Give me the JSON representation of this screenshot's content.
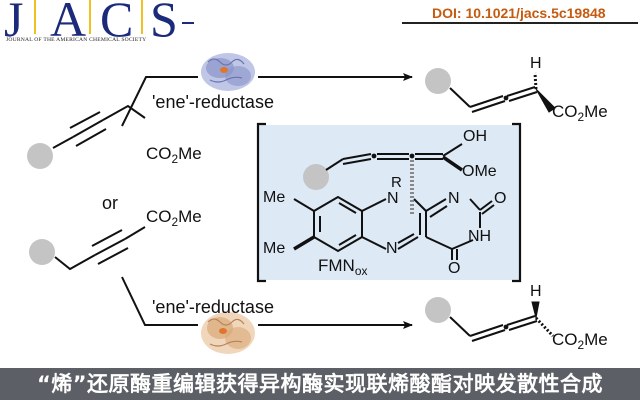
{
  "header": {
    "journal_logo": {
      "letters": [
        "J",
        "A",
        "C",
        "S"
      ],
      "subtitle": "JOURNAL OF THE AMERICAN CHEMICAL SOCIETY"
    },
    "doi": "DOI:  10.1021/jacs.5c19848"
  },
  "scheme": {
    "top_reagent": "'ene'-reductase",
    "bottom_reagent": "'ene'-reductase",
    "or_label": "or",
    "substrate_1_group": [
      "CO",
      "2",
      "Me"
    ],
    "substrate_2_group": [
      "CO",
      "2",
      "Me"
    ],
    "product_top": {
      "h": "H",
      "group": [
        "CO",
        "2",
        "Me"
      ]
    },
    "product_bottom": {
      "h": "H",
      "group": [
        "CO",
        "2",
        "Me"
      ]
    },
    "intermediate": {
      "oh": "OH",
      "ome": "OMe",
      "r": "R",
      "n_top": "N",
      "n_bottom": "N",
      "n_ring": "N",
      "nh": "NH",
      "o_right": "O",
      "o_bottom": "O",
      "me_top": "Me",
      "me_bottom": "Me",
      "cofactor": "FMN",
      "cofactor_sub": "ox"
    },
    "colors": {
      "box_fill": "#dde9f5",
      "substituent_circle": "#c4c4c4",
      "enzyme_top": "#8a94c8",
      "enzyme_bottom": "#d9a878",
      "enzyme_active_site": "#e0762a"
    }
  },
  "caption": "“烯”还原酶重编辑获得异构酶实现联烯酸酯对映发散性合成"
}
